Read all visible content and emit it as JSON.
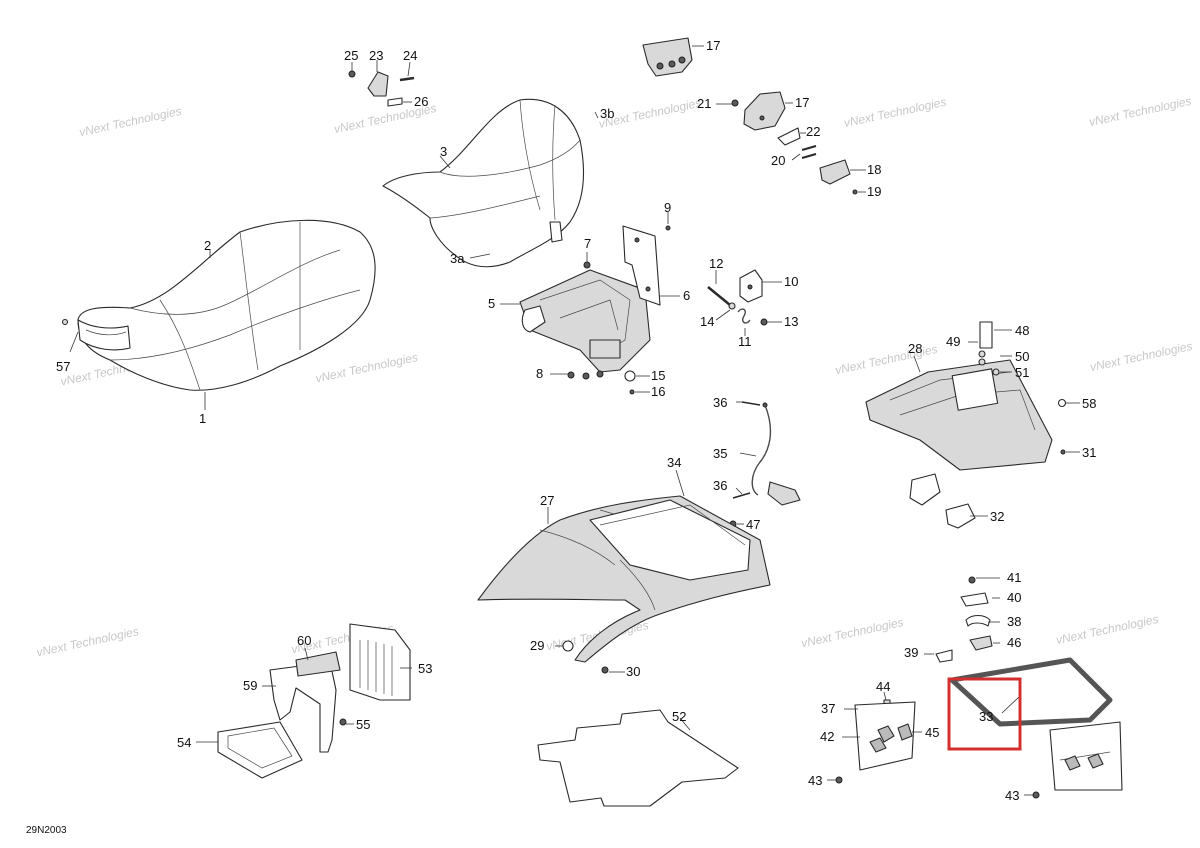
{
  "diagram_code": "29N2003",
  "watermark": "vNext Technologies",
  "highlight_color": "#d32f2f",
  "callouts": {
    "c1": "1",
    "c2": "2",
    "c3": "3",
    "c3a": "3a",
    "c3b": "3b",
    "c5": "5",
    "c6": "6",
    "c7": "7",
    "c8": "8",
    "c9": "9",
    "c10": "10",
    "c11": "11",
    "c12": "12",
    "c13": "13",
    "c14": "14",
    "c15": "15",
    "c16": "16",
    "c17a": "17",
    "c17b": "17",
    "c18": "18",
    "c19": "19",
    "c20": "20",
    "c21": "21",
    "c22": "22",
    "c23": "23",
    "c24": "24",
    "c25": "25",
    "c26": "26",
    "c27": "27",
    "c28": "28",
    "c29": "29",
    "c30": "30",
    "c31": "31",
    "c32": "32",
    "c33": "33",
    "c34": "34",
    "c35": "35",
    "c36a": "36",
    "c36b": "36",
    "c37": "37",
    "c38": "38",
    "c39": "39",
    "c40": "40",
    "c41": "41",
    "c42": "42",
    "c43a": "43",
    "c43b": "43",
    "c44": "44",
    "c45": "45",
    "c46": "46",
    "c47": "47",
    "c48": "48",
    "c49": "49",
    "c50": "50",
    "c51": "51",
    "c52": "52",
    "c53": "53",
    "c54": "54",
    "c55": "55",
    "c57": "57",
    "c58": "58",
    "c59": "59",
    "c60": "60"
  }
}
